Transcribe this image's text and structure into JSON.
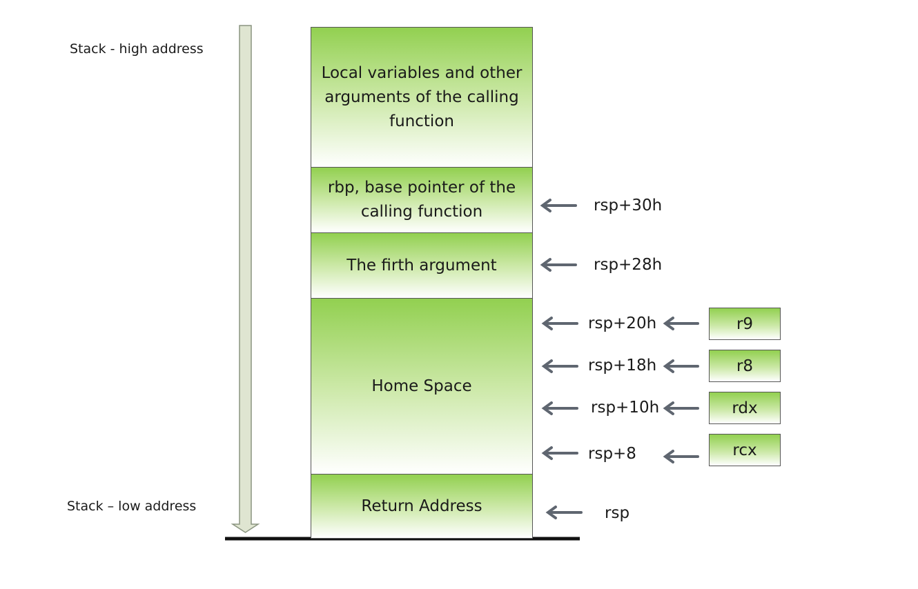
{
  "labels": {
    "high": "Stack - high address",
    "low": "Stack  –  low address"
  },
  "blocks": [
    "Local variables and other arguments of the calling function",
    "rbp, base pointer of the calling function",
    "The firth argument",
    "Home Space",
    "Return Address"
  ],
  "pointers": [
    "rsp+30h",
    "rsp+28h",
    "rsp+20h",
    "rsp+18h",
    "rsp+10h",
    "rsp+8",
    "rsp"
  ],
  "registers": [
    "r9",
    "r8",
    "rdx",
    "rcx"
  ],
  "colors": {
    "block_top": "#92d050",
    "arrow": "#5f6670",
    "stack_arrow": "#dfe5d1"
  }
}
